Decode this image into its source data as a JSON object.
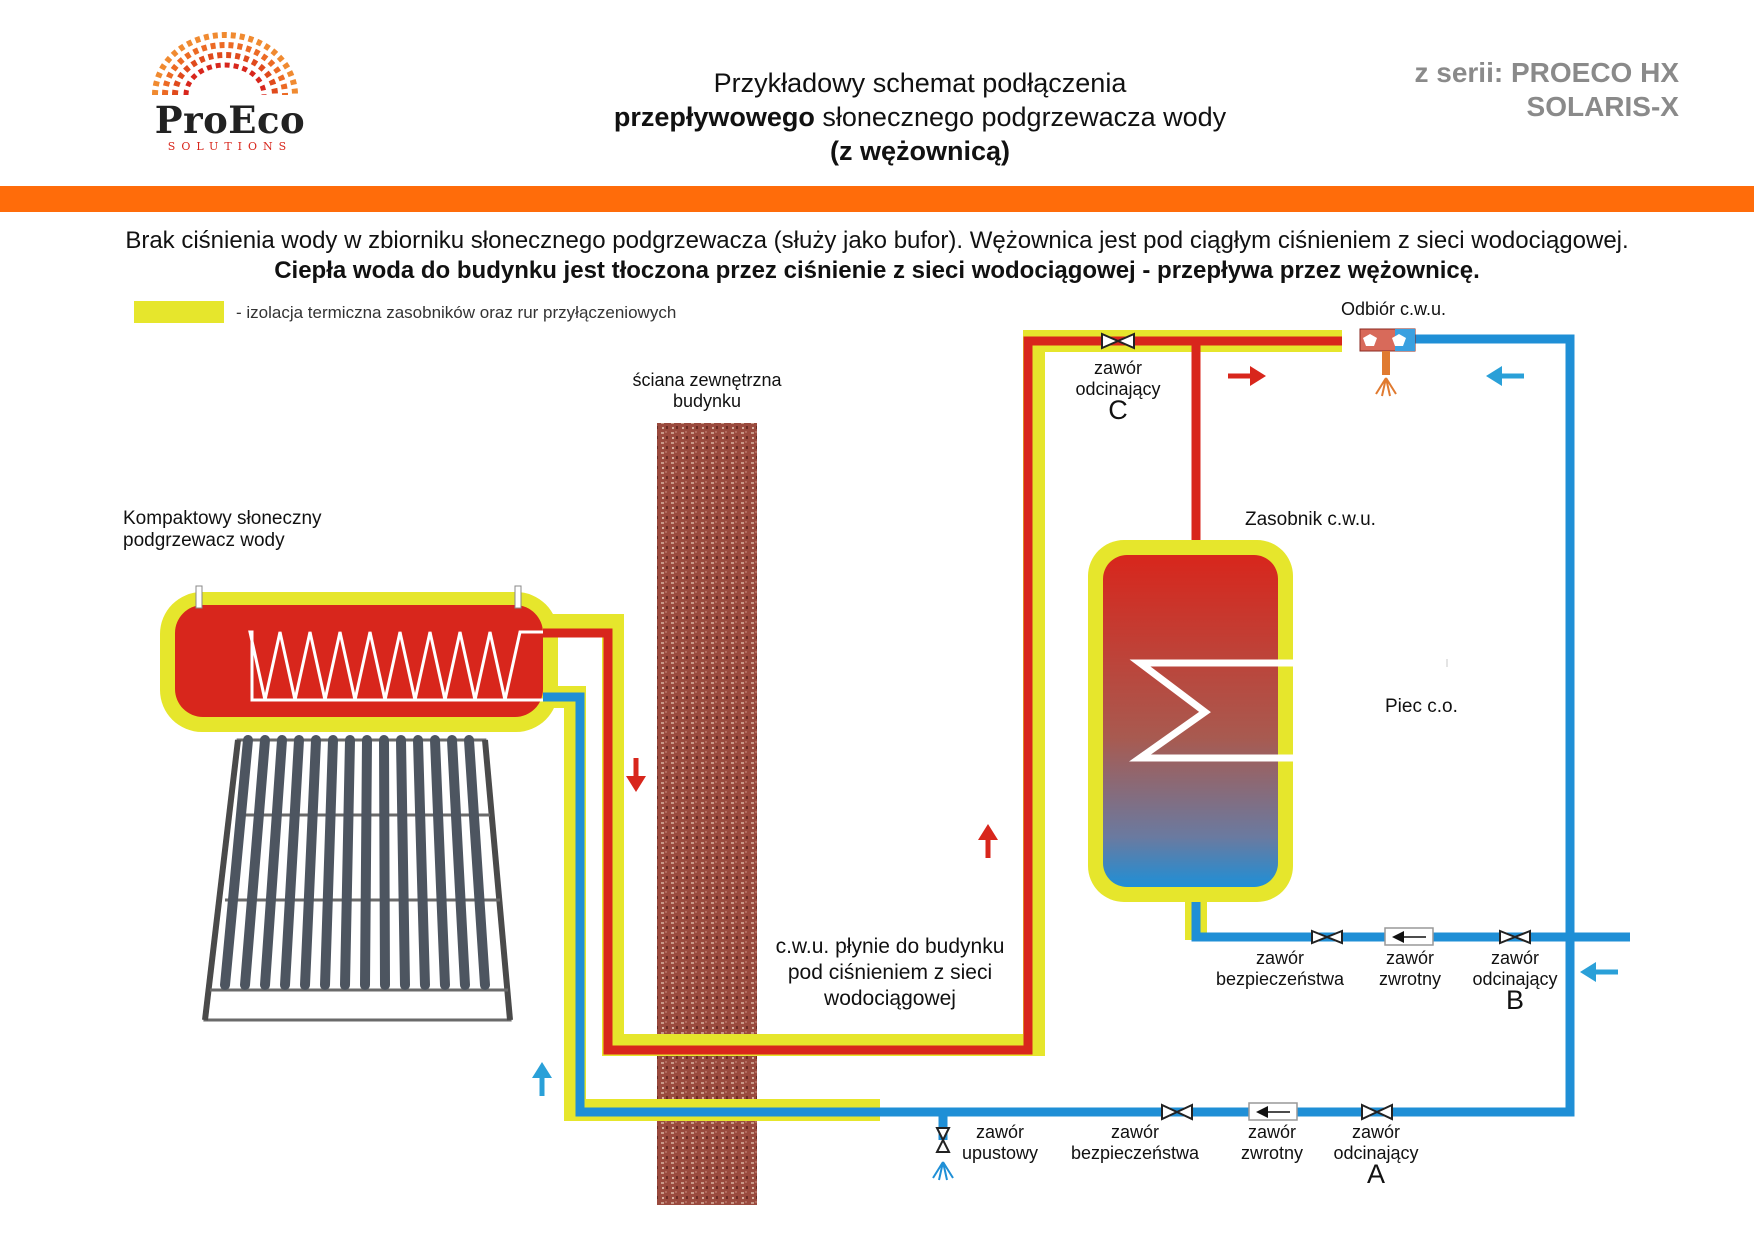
{
  "logo": {
    "brand": "ProEco",
    "tagline": "SOLUTIONS"
  },
  "header": {
    "title_line1": "Przykładowy schemat podłączenia",
    "title_line2_bold": "przepływowego",
    "title_line2_rest": " słonecznego podgrzewacza wody",
    "title_line3": "(z wężownicą)",
    "series_line1": "z serii: PROECO HX",
    "series_line2": "SOLARIS-X"
  },
  "intro": {
    "line1": "Brak ciśnienia wody w zbiorniku słonecznego podgrzewacza (służy jako bufor). Wężownica jest pod ciągłym ciśnieniem z sieci wodociągowej.",
    "line2": "Ciepła woda do budynku jest tłoczona przez ciśnienie z sieci wodociągowej - przepływa przez wężownicę."
  },
  "legend": {
    "text": "- izolacja termiczna zasobników oraz rur przyłączeniowych"
  },
  "labels": {
    "wall_line1": "ściana zewnętrzna",
    "wall_line2": "budynku",
    "heater_line1": "Kompaktowy słoneczny",
    "heater_line2": "podgrzewacz wody",
    "tank": "Zasobnik c.w.u.",
    "boiler": "Piec c.o.",
    "outlet": "Odbiór c.w.u.",
    "flow_line1": "c.w.u. płynie do budynku",
    "flow_line2": "pod ciśnieniem z sieci",
    "flow_line3": "wodociągowej"
  },
  "valves": {
    "c": {
      "line1": "zawór",
      "line2": "odcinający",
      "letter": "C"
    },
    "b_safety": {
      "line1": "zawór",
      "line2": "bezpieczeństwa"
    },
    "b_check": {
      "line1": "zawór",
      "line2": "zwrotny"
    },
    "b_shutoff": {
      "line1": "zawór",
      "line2": "odcinający",
      "letter": "B"
    },
    "a_drain": {
      "line1": "zawór",
      "line2": "upustowy"
    },
    "a_safety": {
      "line1": "zawór",
      "line2": "bezpieczeństwa"
    },
    "a_check": {
      "line1": "zawór",
      "line2": "zwrotny"
    },
    "a_shutoff": {
      "line1": "zawór",
      "line2": "odcinający",
      "letter": "A"
    }
  },
  "colors": {
    "hot": "#d8261c",
    "cold": "#1f8fd6",
    "insulation": "#e6e62c",
    "accent": "#ff6c0a",
    "wall": "#8a3a30"
  }
}
